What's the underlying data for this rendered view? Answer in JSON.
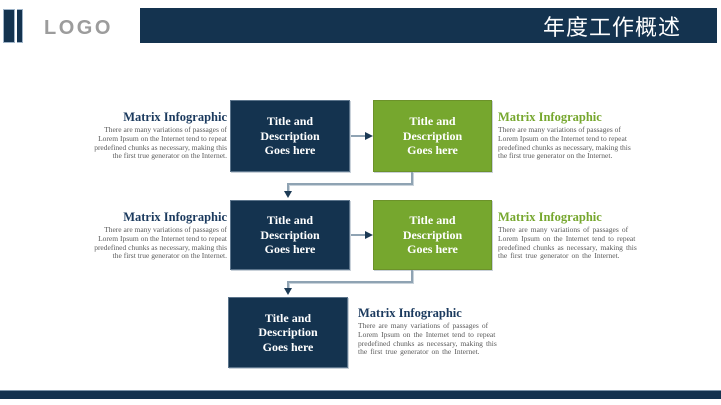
{
  "header": {
    "logo": "LOGO",
    "title": "年度工作概述"
  },
  "flowchart": {
    "box_label": "Title and\nDescription\nGoes here",
    "section_heading": "Matrix Infographic",
    "section_body": "There are many variations of passages of\nLorem Ipsum on the Internet tend to repeat\npredefined chunks as necessary, making this\nthe first true generator on the Internet."
  },
  "colors": {
    "navy": "#14334F",
    "green": "#76A72E",
    "body_text_gray": "#595959",
    "logo_gray": "#9C9C9C",
    "connector_gray_blue": "#8FA3B3",
    "footer_highlight": "#7D95A9",
    "title_text": "#FFFFFF"
  }
}
